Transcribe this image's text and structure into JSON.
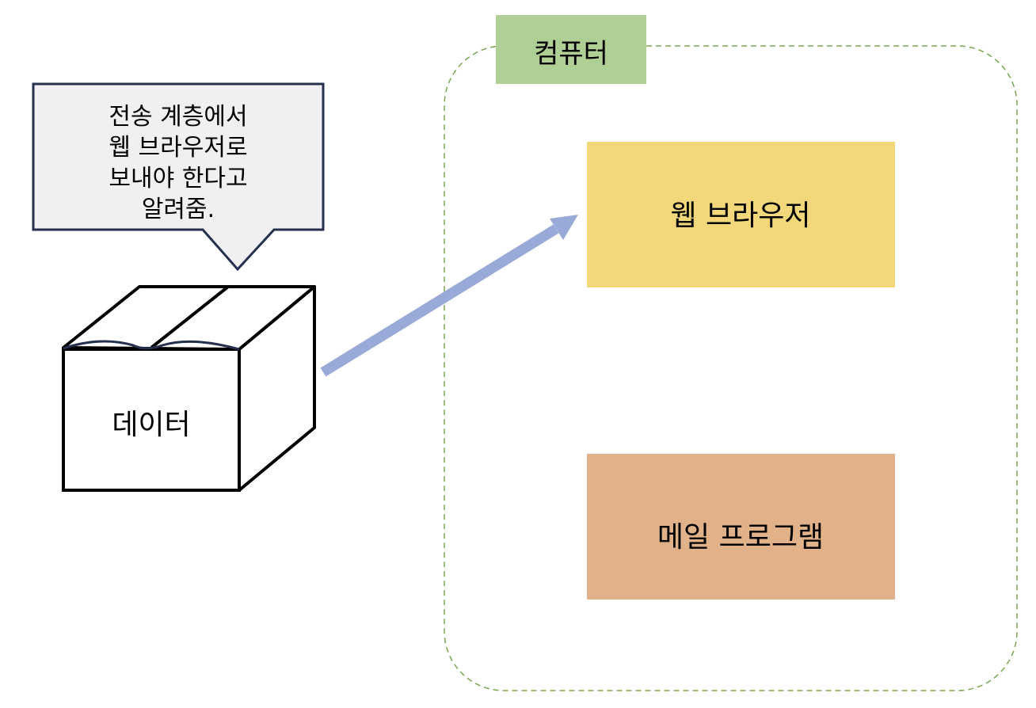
{
  "computer": {
    "label": "컴퓨터",
    "border_color": "#7aa64f",
    "label_bg": "#b0cf94"
  },
  "apps": [
    {
      "label": "웹 브라우저",
      "color": "#f2d87a"
    },
    {
      "label": "메일 프로그램",
      "color": "#e1b189"
    }
  ],
  "packet": {
    "label": "데이터",
    "icon": "box-icon"
  },
  "callout": {
    "lines": [
      "전송 계층에서",
      "웹 브라우저로",
      "보내야 한다고",
      "알려줌."
    ],
    "bg": "#f0f0f2",
    "border": "#25304f"
  },
  "arrow": {
    "color": "#9aaad8",
    "from": "packet",
    "to": "웹 브라우저"
  }
}
